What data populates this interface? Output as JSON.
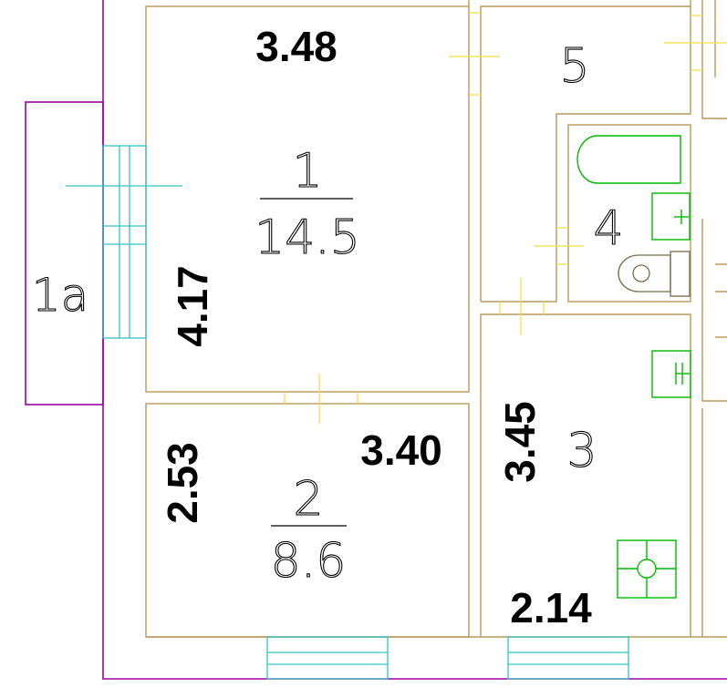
{
  "rooms": [
    {
      "number": "1",
      "area": "14.5"
    },
    {
      "number": "2",
      "area": "8.6"
    },
    {
      "number": "3"
    },
    {
      "number": "4"
    },
    {
      "number": "5"
    },
    {
      "number": "1a"
    }
  ],
  "dimensions": {
    "room1_width": "3.48",
    "room1_length": "4.17",
    "room2_width": "3.40",
    "room2_length": "2.53",
    "room3_length": "3.45",
    "room3_width": "2.14"
  },
  "colors": {
    "outer_wall": "#a000a0",
    "inner_wall": "#b89a5a",
    "window": "#33c4c4",
    "door": "#f0e040",
    "fixture": "#00bb00"
  }
}
